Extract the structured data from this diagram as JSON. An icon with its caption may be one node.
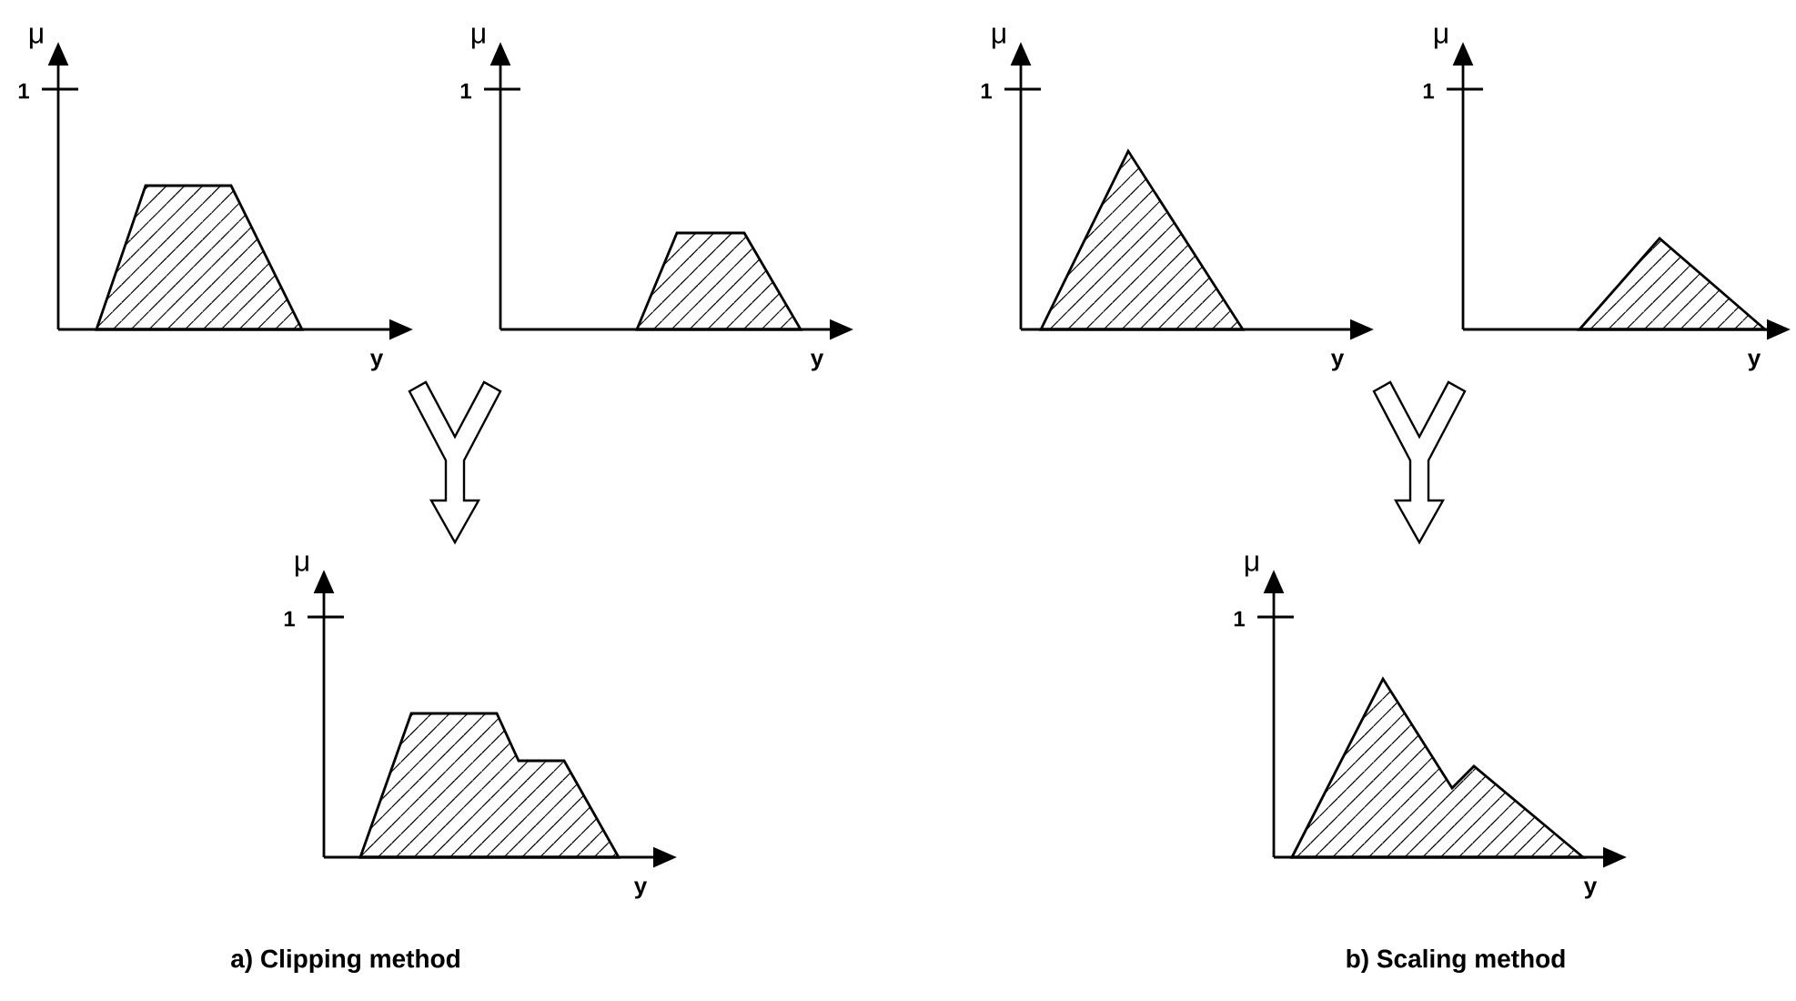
{
  "diagram": {
    "nodes": [
      {
        "text": [
          "μ",
          "1",
          "y"
        ]
      },
      {
        "text": [
          "μ",
          "1",
          "y"
        ]
      },
      {
        "text": [
          "μ",
          "1",
          "y"
        ]
      },
      {
        "text": [
          "μ",
          "1",
          "y"
        ]
      },
      {
        "text": [
          "μ",
          "1",
          "y"
        ]
      },
      {
        "text": [
          "μ",
          "1",
          "y"
        ]
      }
    ],
    "edges": [
      {
        "from": 0,
        "to": 2,
        "arrow": "to"
      },
      {
        "from": 1,
        "to": 2,
        "arrow": "to"
      },
      {
        "from": 3,
        "to": 5,
        "arrow": "to"
      },
      {
        "from": 4,
        "to": 5,
        "arrow": "to"
      }
    ],
    "labels": [
      "a) Clipping method",
      "b) Scaling method"
    ]
  }
}
